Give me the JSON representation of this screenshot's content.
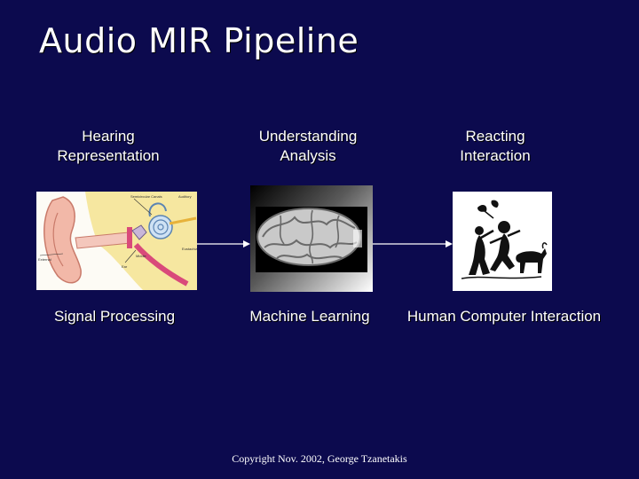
{
  "slide": {
    "title": "Audio MIR Pipeline",
    "columns": [
      {
        "heading_line1": "Hearing",
        "heading_line2": "Representation",
        "caption": "Signal Processing",
        "image_icon": "ear-anatomy-icon"
      },
      {
        "heading_line1": "Understanding",
        "heading_line2": "Analysis",
        "caption": "Machine Learning",
        "image_icon": "brain-icon"
      },
      {
        "heading_line1": "Reacting",
        "heading_line2": "Interaction",
        "caption": "Human Computer Interaction",
        "image_icon": "dancing-figures-icon"
      }
    ],
    "copyright": "Copyright Nov. 2002, George Tzanetakis"
  },
  "colors": {
    "background": "#0c0a4e",
    "text": "#ffffff",
    "arrow": "#ffffff"
  }
}
